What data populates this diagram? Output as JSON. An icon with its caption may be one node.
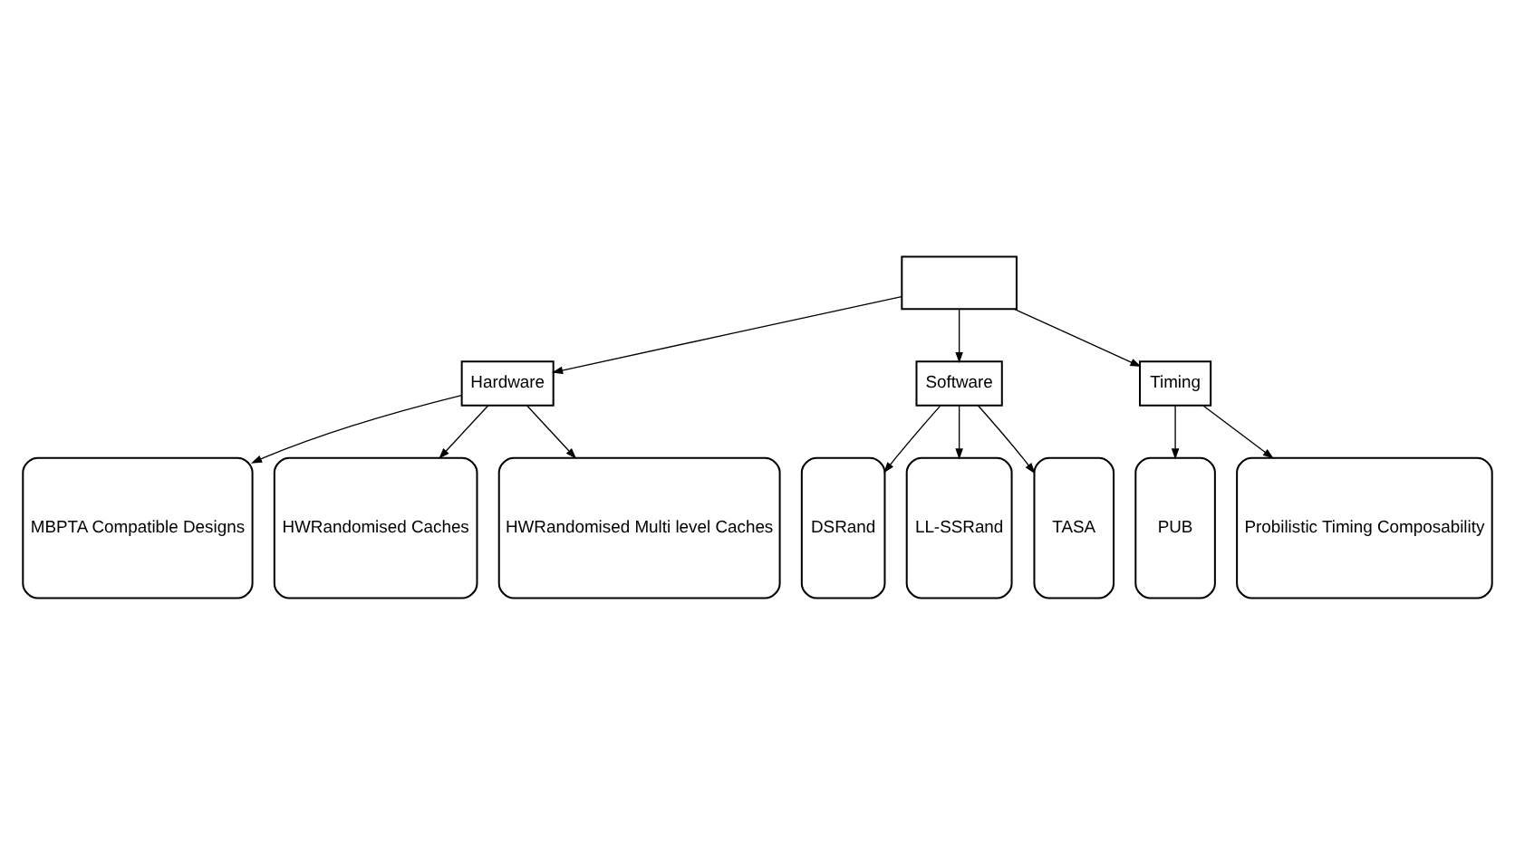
{
  "diagram": {
    "nodes": [
      {
        "text": [],
        "shape": "box"
      },
      {
        "text": [
          "Hardware"
        ]
      },
      {
        "text": [
          "Software"
        ]
      },
      {
        "text": [
          "Timing"
        ]
      },
      {
        "text": [
          "MBPTA Compatible Designs"
        ]
      },
      {
        "text": [
          "HWRandomised Caches"
        ]
      },
      {
        "text": [
          "HWRandomised Multi level Caches"
        ]
      },
      {
        "text": [
          "DSRand"
        ]
      },
      {
        "text": [
          "LL-SSRand"
        ]
      },
      {
        "text": [
          "TASA"
        ]
      },
      {
        "text": [
          "PUB"
        ]
      },
      {
        "text": [
          "Probilistic Timing Composability"
        ]
      }
    ],
    "edges": [
      {
        "from": 0,
        "to": 1,
        "arrow": "to"
      },
      {
        "from": 0,
        "to": 2,
        "arrow": "to"
      },
      {
        "from": 0,
        "to": 3,
        "arrow": "to"
      },
      {
        "from": 1,
        "to": 4,
        "arrow": "to"
      },
      {
        "from": 1,
        "to": 5,
        "arrow": "to"
      },
      {
        "from": 1,
        "to": 6,
        "arrow": "to"
      },
      {
        "from": 2,
        "to": 7,
        "arrow": "to"
      },
      {
        "from": 2,
        "to": 8,
        "arrow": "to"
      },
      {
        "from": 2,
        "to": 9,
        "arrow": "to"
      },
      {
        "from": 3,
        "to": 10,
        "arrow": "to"
      },
      {
        "from": 3,
        "to": 11,
        "arrow": "to"
      }
    ]
  }
}
